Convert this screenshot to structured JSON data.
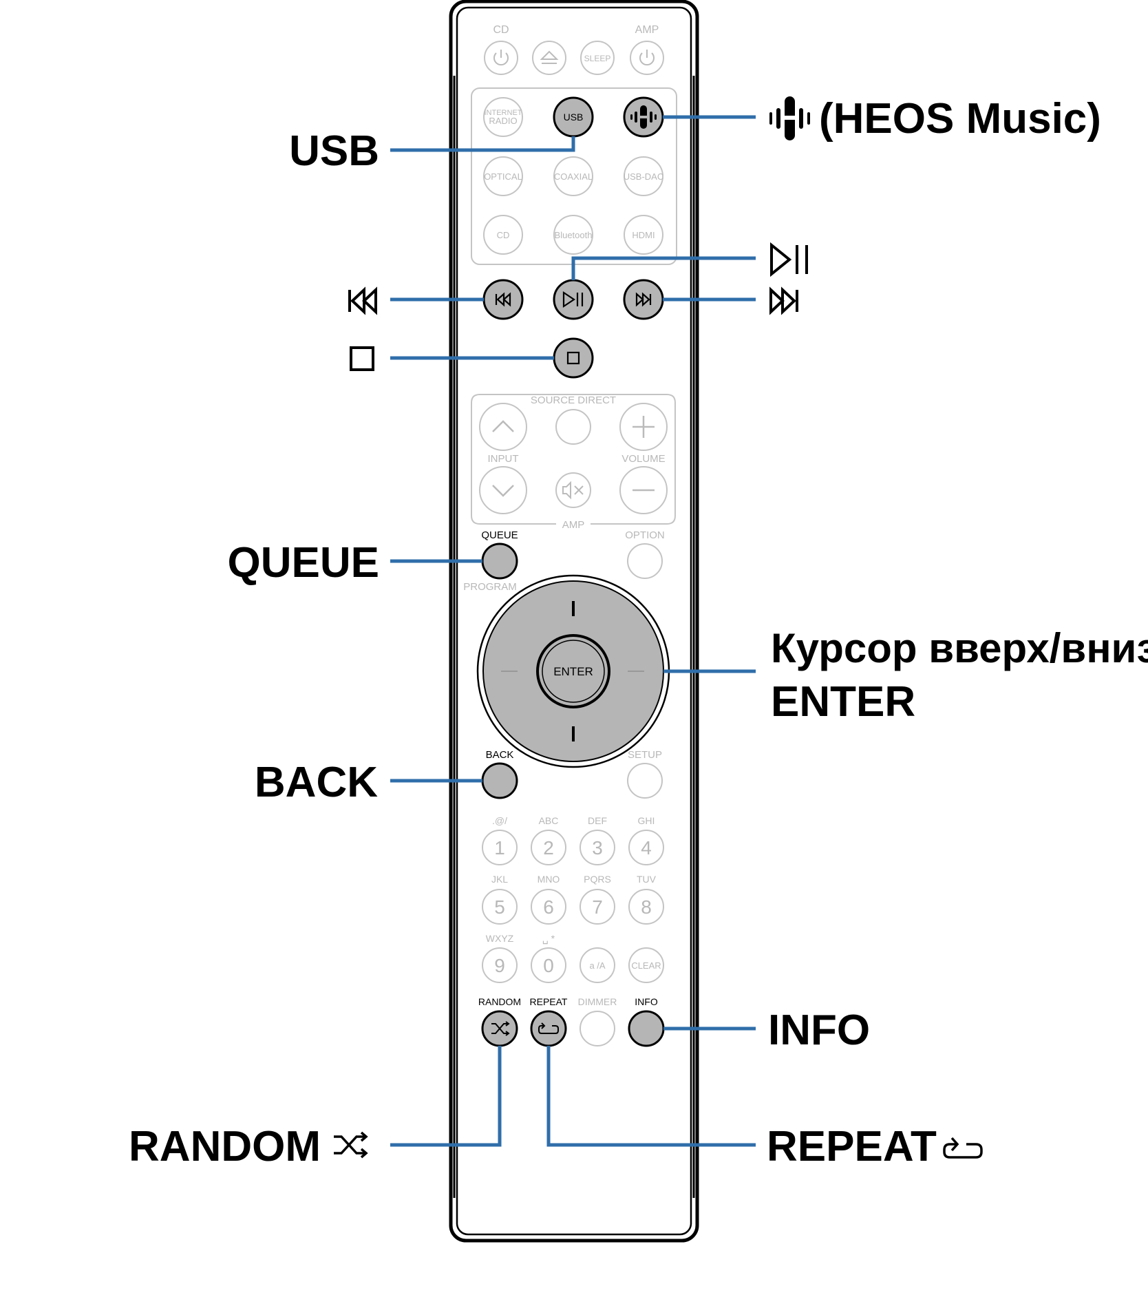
{
  "callouts": {
    "usb": "USB",
    "heos": "(HEOS Music)",
    "play_pause": "",
    "prev": "",
    "next": "",
    "stop": "",
    "queue": "QUEUE",
    "cursor": "Курсор вверх/вниз",
    "enter": "ENTER",
    "back": "BACK",
    "info": "INFO",
    "random": "RANDOM",
    "repeat": "REPEAT"
  },
  "remote": {
    "top_labels": {
      "cd": "CD",
      "amp": "AMP"
    },
    "sleep": "SLEEP",
    "sources": {
      "internet_radio_1": "INTERNET",
      "internet_radio_2": "RADIO",
      "usb": "USB",
      "optical": "OPTICAL",
      "coaxial": "COAXIAL",
      "usb_dac": "USB-DAC",
      "cd": "CD",
      "bluetooth": "Bluetooth",
      "hdmi": "HDMI"
    },
    "source_direct": "SOURCE DIRECT",
    "input": "INPUT",
    "volume": "VOLUME",
    "amp": "AMP",
    "queue": "QUEUE",
    "option": "OPTION",
    "program": "PROGRAM",
    "enter": "ENTER",
    "back": "BACK",
    "setup": "SETUP",
    "keypad": [
      {
        "letters": ".@/",
        "digit": "1"
      },
      {
        "letters": "ABC",
        "digit": "2"
      },
      {
        "letters": "DEF",
        "digit": "3"
      },
      {
        "letters": "GHI",
        "digit": "4"
      },
      {
        "letters": "JKL",
        "digit": "5"
      },
      {
        "letters": "MNO",
        "digit": "6"
      },
      {
        "letters": "PQRS",
        "digit": "7"
      },
      {
        "letters": "TUV",
        "digit": "8"
      },
      {
        "letters": "WXYZ",
        "digit": "9"
      },
      {
        "letters": "␣ *",
        "digit": "0"
      },
      {
        "letters": "",
        "digit": "a /A"
      },
      {
        "letters": "",
        "digit": "CLEAR"
      }
    ],
    "bottom": {
      "random": "RANDOM",
      "repeat": "REPEAT",
      "dimmer": "DIMMER",
      "info": "INFO"
    }
  },
  "colors": {
    "leader_line": "#2f6eaa",
    "active_button": "#b5b5b5",
    "inactive_text": "#b8b8b8"
  },
  "icons": [
    "heos-icon",
    "play-pause-icon",
    "skip-back-icon",
    "skip-forward-icon",
    "stop-icon",
    "shuffle-icon",
    "repeat-icon",
    "power-icon",
    "eject-icon",
    "mute-icon"
  ]
}
